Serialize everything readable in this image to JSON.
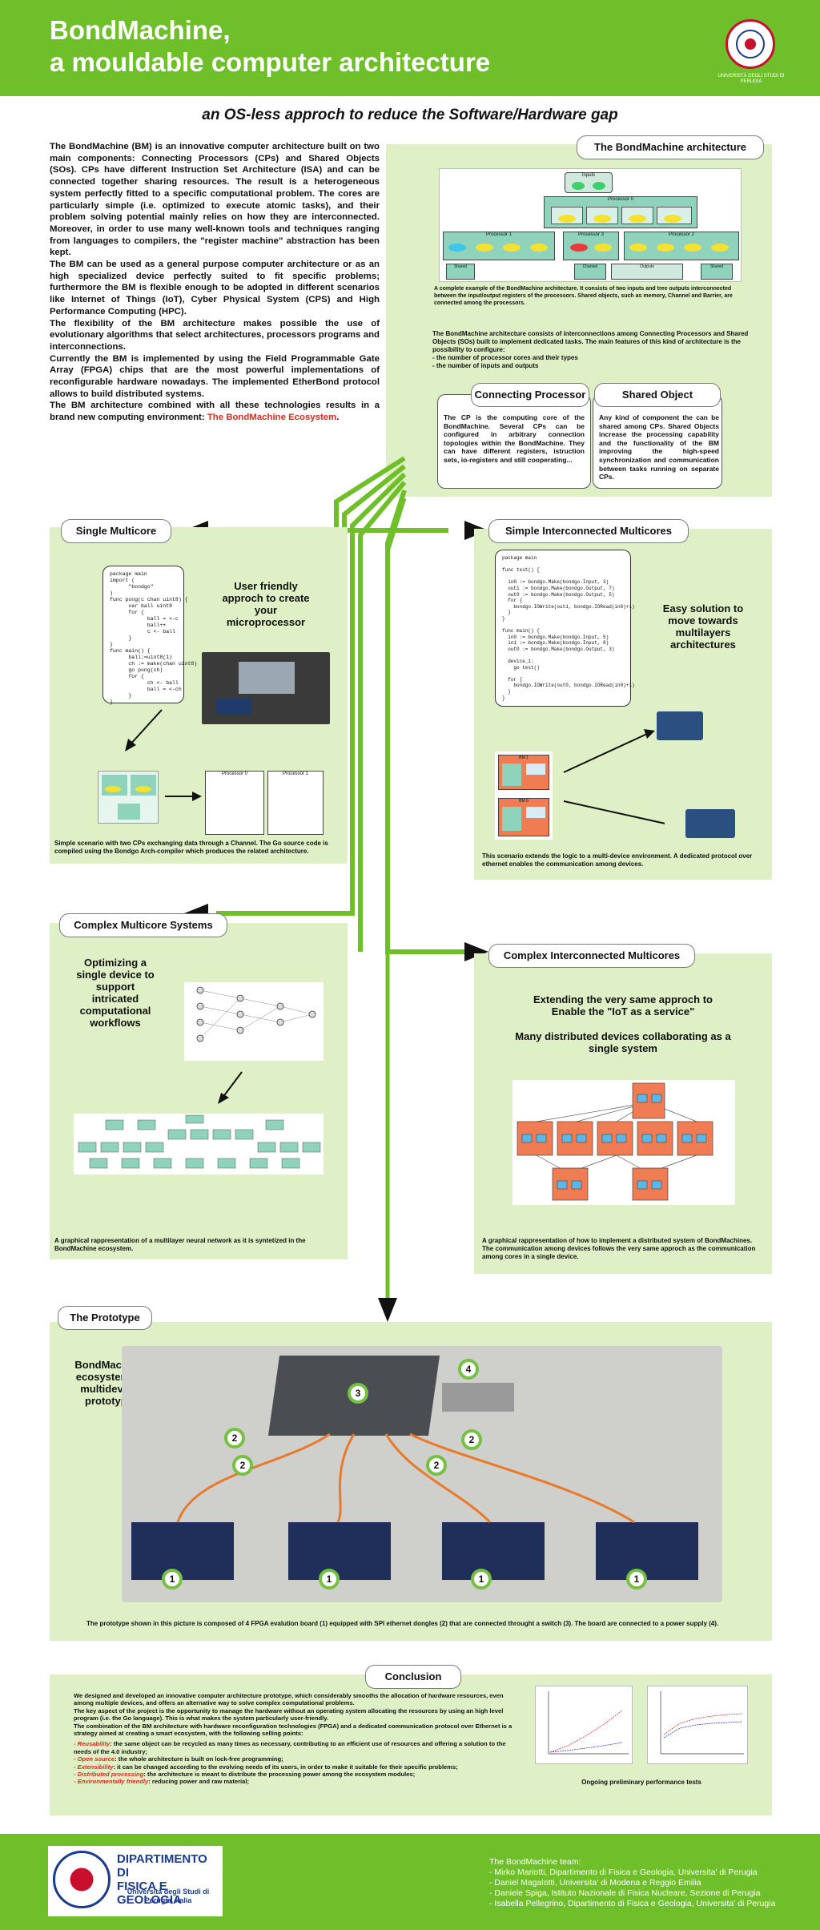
{
  "header": {
    "title_line1": "BondMachine,",
    "title_line2": "a mouldable computer architecture",
    "university_caption": "UNIVERSITÀ DEGLI STUDI DI PERUGIA"
  },
  "subtitle": "an OS-less approch to reduce the Software/Hardware gap",
  "intro": {
    "p1": "The BondMachine (BM) is an innovative computer architecture built on two main components: Connecting Processors (CPs) and Shared Objects (SOs). CPs have different Instruction Set Architecture (ISA) and can be connected together sharing resources. The result is a heterogeneous system perfectly fitted to a specific computational problem. The cores are particularly simple (i.e. optimized to execute atomic tasks), and their problem solving potential mainly relies on how they are interconnected. Moreover, in order to use many well-known tools and techniques ranging from languages to compilers, the \"register machine\" abstraction has been kept.",
    "p2": "The BM can be used as a general purpose computer architecture or as an high specialized device perfectly suited to fit specific problems; furthermore the BM is flexible enough to be adopted in different scenarios like Internet of Things (IoT), Cyber Physical System (CPS) and High Performance Computing (HPC).",
    "p3": "The flexibility of the BM architecture makes possible the use of evolutionary algorithms that select architectures, processors programs and interconnections.",
    "p4": "Currently the BM is implemented by using the Field Programmable Gate Array (FPGA) chips that are the most powerful implementations of reconfigurable hardware nowadays. The implemented EtherBond protocol allows to build distributed systems.",
    "p5_pre": "The BM architecture combined with all these technologies results in a brand new computing environment: ",
    "p5_link": "The BondMachine Ecosystem",
    "p5_post": "."
  },
  "architecture": {
    "title": "The BondMachine architecture",
    "fig_caption": "A complete example of the BondMachine architecture. It consists of two inputs and tree outputs interconnected between the input/output registers of the processors. Shared objects, such as memory, Channel and Barrier, are connected among the processors.",
    "description": "The BondMachine architecture consists of interconnections among Connecting Processors and Shared Objects (SOs) built to implement dedicated tasks. The main features of this kind of architecture is the possibility to configure:",
    "bullet1": "- the number of processor cores and their types",
    "bullet2": "- the number of inputs and outputs",
    "cp_title": "Connecting Processor",
    "cp_text": "The CP is the computing core of the BondMachine. Several CPs can be configured in arbitrary connection topologies within the BondMachine. They can have different registers, istruction sets, io-registers and still cooperating...",
    "so_title": "Shared Object",
    "so_text": "Any kind of component the can be shared among CPs. Shared Objects increase the processing capability and the functionality of the BM improving the high-speed synchronization and communication between tasks running on separate CPs.",
    "fig_labels": [
      "Inputs",
      "Processor 0",
      "Processor 1",
      "Processor 2",
      "Processor 3",
      "Outputs",
      "Channel",
      "Shared"
    ]
  },
  "single_multicore": {
    "title": "Single Multicore",
    "code": "package main\nimport (\n      \"bondgo\"\n)\nfunc pong(c chan uint8) {\n      var ball uint8\n      for {\n            ball = <-c\n            ball++\n            c <- ball\n      }\n}\nfunc main() {\n      ball:=uint8(1)\n      ch := make(chan uint8)\n      go pong(ch)\n      for {\n            ch <- ball\n            ball = <-ch\n      }\n}",
    "user_friendly": "User friendly approch to create your microprocessor",
    "proc0": "Processor 0",
    "proc1": "Processor 1",
    "caption": "Simple scenario with two CPs exchanging data through a Channel. The Go source code is compiled using the Bondgo Arch-compiler which produces the related architecture."
  },
  "simple_interconnected": {
    "title": "Simple Interconnected Multicores",
    "code": "package main\n\nfunc test() {\n\n  in0 := bondgo.Make(bondgo.Input, 3)\n  out1 := bondgo.Make(bondgo.Output, 7)\n  out0 := bondgo.Make(bondgo.Output, 5)\n  for {\n    bondgo.IOWrite(out1, bondgo.IORead(in0)+1)\n  }\n}\n\nfunc main() {\n  in0 := bondgo.Make(bondgo.Input, 5)\n  in1 := bondgo.Make(bondgo.Input, 8)\n  out0 := bondgo.Make(bondgo.Output, 3)\n\n  device_1:\n    go test()\n\n  for {\n    bondgo.IOWrite(out0, bondgo.IORead(in0)+1)\n  }\n}",
    "easy": "Easy solution to move towards multilayers architectures",
    "bm1": "BM 1",
    "bm0": "BM 0",
    "caption": "This scenario extends the logic to a multi-device environment. A dedicated protocol over ethernet enables the communication among devices."
  },
  "complex_multicore": {
    "title": "Complex Multicore Systems",
    "optimizing": "Optimizing a single device to support intricated computational workflows",
    "caption": "A graphical rappresentation of a multilayer neural network as it is syntetized in the BondMachine ecosystem."
  },
  "complex_interconnected": {
    "title": "Complex Interconnected Multicores",
    "extending": "Extending the very same approch to Enable the \"IoT as a service\"",
    "many": "Many distributed devices collaborating as a single system",
    "caption": "A graphical rappresentation of how to implement a distributed system of BondMachines. The communication among devices follows the very same approch as the communication among cores in a single device."
  },
  "prototype": {
    "title": "The Prototype",
    "label": "BondMachine ecosystem: a multidevice prototype",
    "caption": "The prototype shown in this picture is composed of 4 FPGA evalution board (1) equipped with SPI ethernet dongles (2) that are connected throught a switch (3). The board are connected to a power supply (4).",
    "markers": [
      "1",
      "1",
      "1",
      "1",
      "2",
      "2",
      "2",
      "2",
      "3",
      "4"
    ]
  },
  "conclusion": {
    "title": "Conclusion",
    "p1": "We designed and developed an innovative computer architecture prototype, which considerably smooths the allocation of hardware resources, even among multiple devices, and offers an alternative way to solve complex computational problems.",
    "p2": "The key aspect of the project is the opportunity to manage the hardware without an operating system allocating the resources by using an high level program (i.e. the Go language). This is what makes the system particularly user-friendly.",
    "p3": "The combination of the BM architecture with hardware reconfiguration technologies (FPGA) and a dedicated communication protocol over Ethernet is a strategy aimed at creating a smart ecosystem, with the following selling points:",
    "points": [
      {
        "key": "- Reusability",
        "text": ": the same object can be recycled as many times as necessary, contributing to an efficient use of resources and offering a solution to the needs of the 4.0 industry;"
      },
      {
        "key": "- Open source",
        "text": ": the whole architecture is built on lock-free programming;"
      },
      {
        "key": "- Extensibility",
        "text": ": it can be changed according to the evolving needs of its users, in order to make it suitable for their specific problems;"
      },
      {
        "key": "- Distributed processing",
        "text": ": the architecture is meant to distribute the processing power among the ecosystem modules;"
      },
      {
        "key": "- Environmentally friendly",
        "text": ": reducing power and raw material;"
      }
    ],
    "perf_caption": "Ongoing preliminary performance tests"
  },
  "footer": {
    "dept_line1": "DIPARTIMENTO DI",
    "dept_line2": "FISICA E GEOLOGIA",
    "dept_line3": "Università degli Studi di",
    "dept_line4": "Perugia, Italia",
    "team_title": "The BondMachine team:",
    "team": [
      "- Mirko Mariotti, Dipartimento di Fisica e Geologia, Universita' di Perugia",
      "- Daniel Magalotti, Universita' di Modena e Reggio Emilia",
      "- Daniele Spiga, Istituto Nazionale di Fisica Nucleare, Sezione di Perugia",
      "- Isabella Pellegrino, Dipartimento di Fisica e Geologia, Universita' di Perugia"
    ]
  },
  "colors": {
    "accent_green": "#6fbf2a",
    "panel_green": "#dff0c6",
    "highlight_red": "#e0281e"
  }
}
